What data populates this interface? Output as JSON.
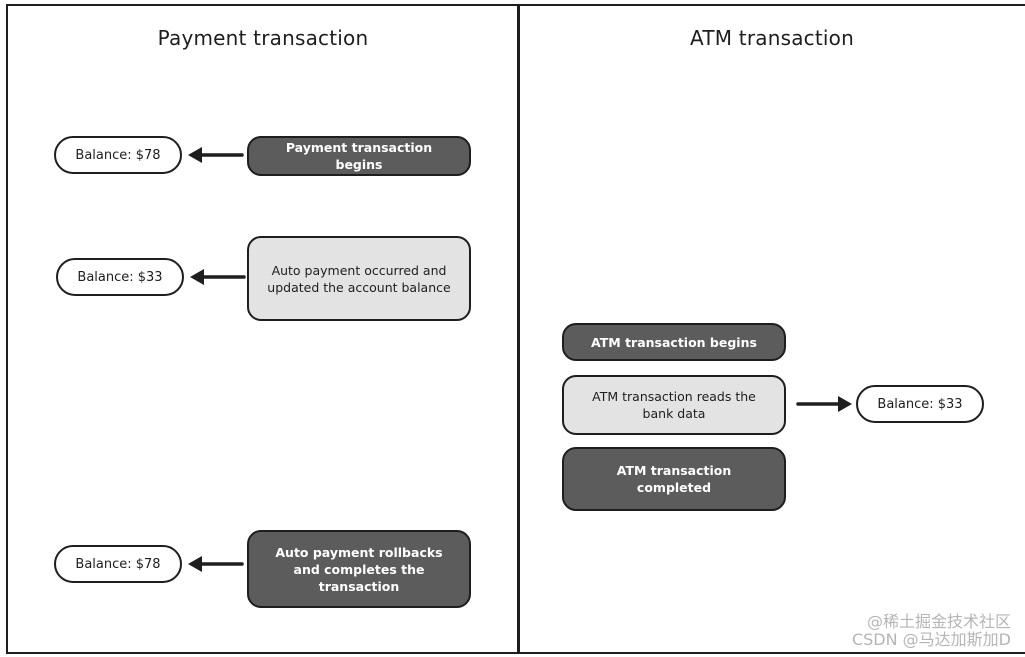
{
  "payment_panel": {
    "title": "Payment transaction",
    "steps": [
      {
        "label": "Payment transaction begins",
        "balance": "Balance: $78"
      },
      {
        "label": "Auto payment occurred and updated the account balance",
        "balance": "Balance: $33"
      },
      {
        "label": "Auto payment rollbacks and completes the transaction",
        "balance": "Balance: $78"
      }
    ]
  },
  "atm_panel": {
    "title": "ATM transaction",
    "steps": [
      {
        "label": "ATM transaction begins"
      },
      {
        "label": "ATM transaction reads the bank data",
        "balance": "Balance: $33"
      },
      {
        "label": "ATM transaction completed"
      }
    ]
  },
  "watermark": {
    "line1": "@稀土掘金技术社区",
    "line2": "CSDN @马达加斯加D"
  },
  "colors": {
    "dark_box": "#5c5c5c",
    "light_box": "#e3e3e3",
    "stroke": "#1e1e1e"
  }
}
